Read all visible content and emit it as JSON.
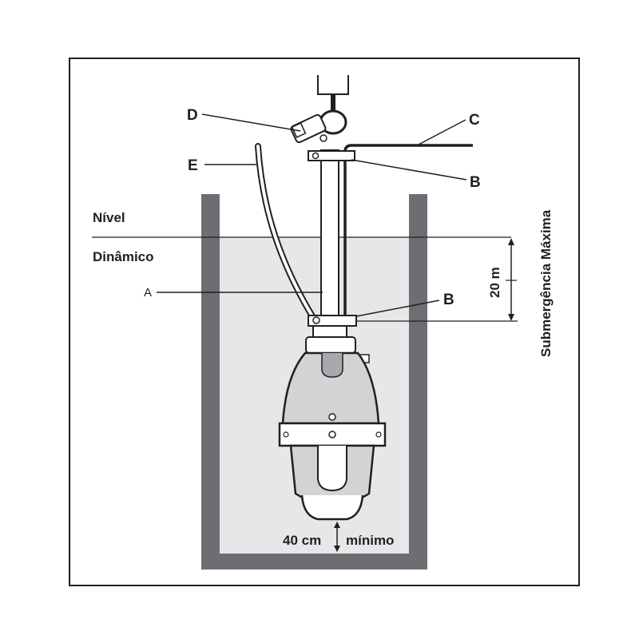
{
  "labels": {
    "d": "D",
    "c": "C",
    "e": "E",
    "b_top": "B",
    "a": "A",
    "b_bottom": "B",
    "nivel": "Nível",
    "dinamico": "Dinâmico",
    "twenty_m": "20 m",
    "submergencia": "Submergência Máxima",
    "forty_cm": "40 cm",
    "minimo": "mínimo"
  },
  "colors": {
    "ink": "#231f20",
    "wall": "#6d6e71",
    "water": "#e6e7e8",
    "pump_body": "#d1d3d4",
    "pump_dark": "#a7a9ac"
  }
}
